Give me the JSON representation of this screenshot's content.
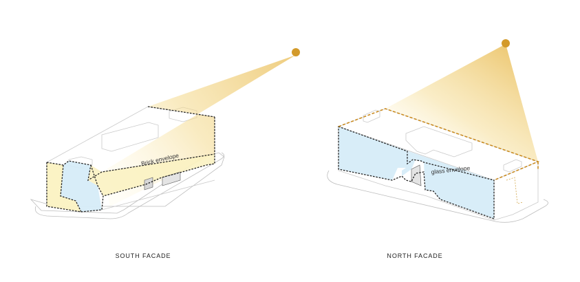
{
  "south": {
    "caption": "SOUTH  FACADE",
    "envelope_label": "Brick envelope"
  },
  "north": {
    "caption": "NORTH  FACADE",
    "envelope_label": "glass envelope"
  },
  "colors": {
    "sun": "#d39a2a",
    "brick_fill": "#fbf2c2",
    "glass_fill": "#d6ecf8",
    "ray_start": "#ecc35a",
    "dash_outline": "#222222",
    "orange_dash": "#c98a1f"
  }
}
